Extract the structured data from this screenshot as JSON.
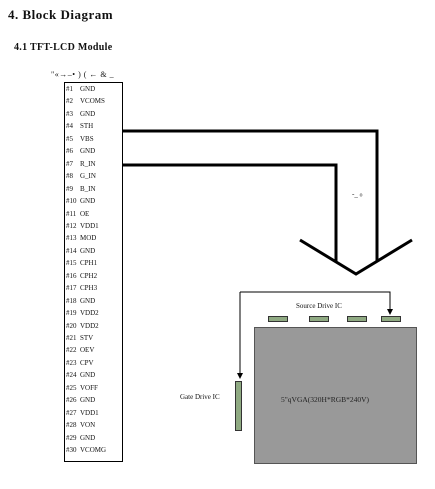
{
  "heading": "4.  Block  Diagram",
  "subheading": "4.1  TFT-LCD  Module",
  "connector_label": "\"«→–• ) ( ← & _",
  "pins": [
    {
      "num": "#1",
      "name": "GND"
    },
    {
      "num": "#2",
      "name": "VCOMS"
    },
    {
      "num": "#3",
      "name": "GND"
    },
    {
      "num": "#4",
      "name": "STH"
    },
    {
      "num": "#5",
      "name": "VBS"
    },
    {
      "num": "#6",
      "name": "GND"
    },
    {
      "num": "#7",
      "name": "R_IN"
    },
    {
      "num": "#8",
      "name": "G_IN"
    },
    {
      "num": "#9",
      "name": "B_IN"
    },
    {
      "num": "#10",
      "name": "GND"
    },
    {
      "num": "#11",
      "name": "OE"
    },
    {
      "num": "#12",
      "name": "VDD1"
    },
    {
      "num": "#13",
      "name": "MOD"
    },
    {
      "num": "#14",
      "name": "GND"
    },
    {
      "num": "#15",
      "name": "CPH1"
    },
    {
      "num": "#16",
      "name": "CPH2"
    },
    {
      "num": "#17",
      "name": "CPH3"
    },
    {
      "num": "#18",
      "name": "GND"
    },
    {
      "num": "#19",
      "name": "VDD2"
    },
    {
      "num": "#20",
      "name": "VDD2"
    },
    {
      "num": "#21",
      "name": "STV"
    },
    {
      "num": "#22",
      "name": "OEV"
    },
    {
      "num": "#23",
      "name": "CPV"
    },
    {
      "num": "#24",
      "name": "GND"
    },
    {
      "num": "#25",
      "name": "VOFF"
    },
    {
      "num": "#26",
      "name": "GND"
    },
    {
      "num": "#27",
      "name": "VDD1"
    },
    {
      "num": "#28",
      "name": "VON"
    },
    {
      "num": "#29",
      "name": "GND"
    },
    {
      "num": "#30",
      "name": "VCOMG"
    }
  ],
  "arrow_label": "˜– ⁰",
  "source_drive_label": "Source  Drive  IC",
  "gate_drive_label": "Gate  Drive  IC",
  "panel_label": "5\"qVGA(320H*RGB*240V)"
}
